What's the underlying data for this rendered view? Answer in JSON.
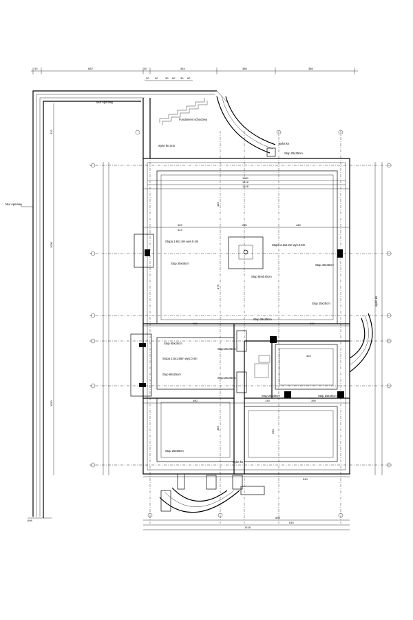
{
  "top_dims": [
    "40",
    "662",
    "40",
    "454",
    "386",
    "386"
  ],
  "top_dims2": [
    "30",
    "90",
    "30",
    "60",
    "30",
    "60"
  ],
  "labels": {
    "mur": "Mur oporowy",
    "mur_left": "Mur oporowy",
    "fundament": "Fundament schodowy",
    "wylot1": "wylot kn",
    "wylot2": "wylot kn",
    "stup_top": "Stup 25x25cm",
    "wylot3": "wylot kn 3cm",
    "stopa1": "Stopa 1.8x1.8m wys.0.4m",
    "stopa2": "Stopa 2.2x2.2m wys.0.5m",
    "stup1": "Stup 30x40cm",
    "stup2": "Stup 6red.40cm",
    "stup3": "Stup 40x40cm",
    "stup4": "Stup 25x25cm",
    "stup5": "Stup 25x25cm",
    "stup6": "Stup 65x25cm",
    "stopa3": "Stopa 1.6x1.85m wys.0.4m",
    "stup7": "Stup 25x40cm",
    "stup8": "Stup 65x25cm",
    "stup9": "Stup 25x40cm",
    "stup10": "Stup 25x40cm",
    "stup11": "Stup 25x40cm",
    "stup12": "Stup 25x60cm",
    "wylot4": "wylot kn",
    "wylot_side": "wylot kn"
  },
  "dims": {
    "d1180": "1180",
    "d1218": "1218",
    "d1318": "1318",
    "d403": "403",
    "d423": "423",
    "d200": "200",
    "d445": "445",
    "d490": "490",
    "d300": "300",
    "d310": "310",
    "d135": "135",
    "d390": "390",
    "d432": "432",
    "d1000": "1000",
    "d1100": "1100",
    "d698": "698",
    "d1318b": "1318",
    "d615": "615",
    "d535": "535",
    "d540": "540",
    "d390b": "390",
    "d385": "385",
    "d475": "475",
    "d410": "410"
  },
  "axes_left": [
    "E",
    "D",
    "C",
    "B",
    "A"
  ],
  "axes_right": [
    "E",
    "D",
    "C",
    "B",
    "A"
  ]
}
